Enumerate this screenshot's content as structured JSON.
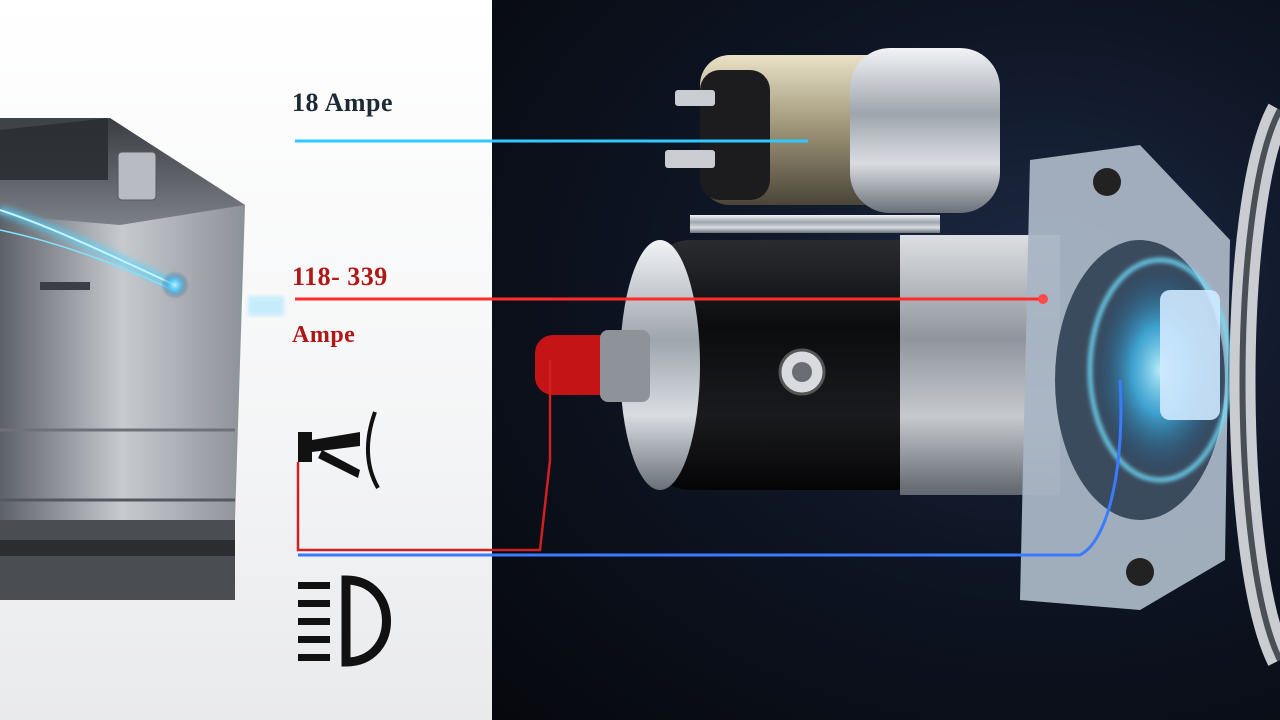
{
  "labels": {
    "top": "18 Ampe",
    "middle_value": "118- 339",
    "middle_unit": "Ampe"
  },
  "icons": [
    "wiper-icon",
    "headlight-icon"
  ],
  "colors": {
    "blue_line": "#2fc8ff",
    "red_line": "#ff2a2a",
    "blue_glow": "#4fd6ff"
  }
}
